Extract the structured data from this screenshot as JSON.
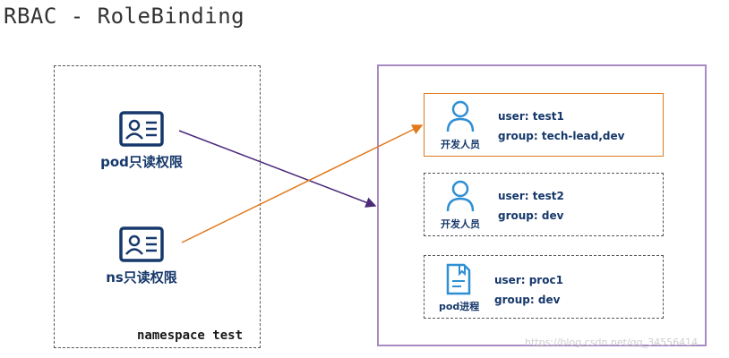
{
  "title": "RBAC - RoleBinding",
  "namespace_label": "namespace test",
  "roles": [
    {
      "label": "pod只读权限",
      "icon": "id-card-icon"
    },
    {
      "label": "ns只读权限",
      "icon": "id-card-icon"
    }
  ],
  "subjects": [
    {
      "icon": "person-icon",
      "icon_label": "开发人员",
      "user": "user: test1",
      "group": "group: tech-lead,dev"
    },
    {
      "icon": "person-icon",
      "icon_label": "开发人员",
      "user": "user: test2",
      "group": "group: dev"
    },
    {
      "icon": "document-icon",
      "icon_label": "pod进程",
      "user": "user: proc1",
      "group": "group: dev"
    }
  ],
  "watermark": "https://blog.csdn.net/qq_34556414",
  "colors": {
    "navy": "#16386b",
    "accent_blue": "#2e8fd3",
    "orange": "#e07b1e",
    "purple_arrow": "#4b2a7a",
    "rb_border": "#a98bc4"
  }
}
